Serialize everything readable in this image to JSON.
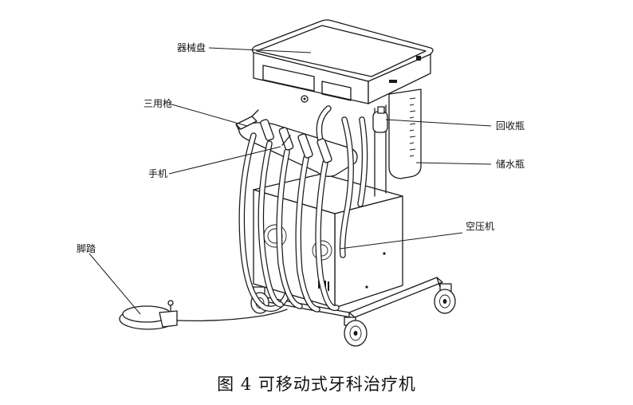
{
  "labels": {
    "tray": "器械盘",
    "syringe": "三用枪",
    "handpiece": "手机",
    "foot_pedal": "脚踏",
    "recovery_bottle": "回收瓶",
    "water_bottle": "储水瓶",
    "compressor": "空压机"
  },
  "caption": "图 4  可移动式牙科治疗机"
}
